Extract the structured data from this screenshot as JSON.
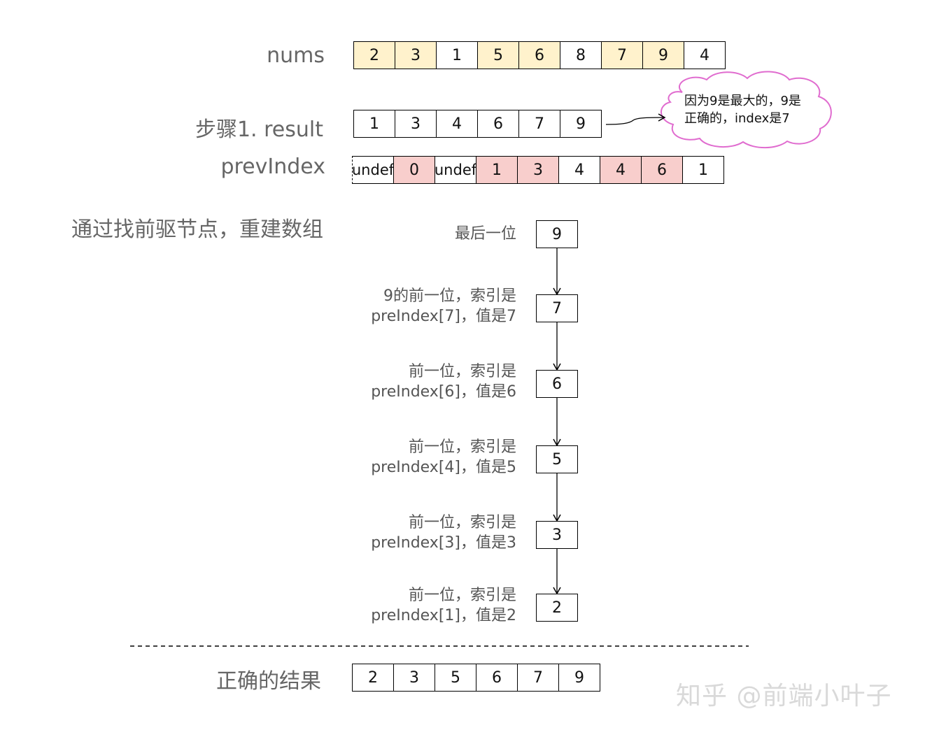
{
  "labels": {
    "nums": "nums",
    "result": "步骤1. result",
    "prev": "prevIndex",
    "rebuild": "通过找前驱节点，重建数组",
    "final": "正确的结果"
  },
  "nums": [
    {
      "v": "2",
      "hl": "yellow"
    },
    {
      "v": "3",
      "hl": "yellow"
    },
    {
      "v": "1",
      "hl": ""
    },
    {
      "v": "5",
      "hl": "yellow"
    },
    {
      "v": "6",
      "hl": "yellow"
    },
    {
      "v": "8",
      "hl": ""
    },
    {
      "v": "7",
      "hl": "yellow"
    },
    {
      "v": "9",
      "hl": "yellow"
    },
    {
      "v": "4",
      "hl": ""
    }
  ],
  "result": [
    "1",
    "3",
    "4",
    "6",
    "7",
    "9"
  ],
  "prevIndex": [
    {
      "v": "undef",
      "hl": ""
    },
    {
      "v": "0",
      "hl": "red"
    },
    {
      "v": "undef",
      "hl": ""
    },
    {
      "v": "1",
      "hl": "red"
    },
    {
      "v": "3",
      "hl": "red"
    },
    {
      "v": "4",
      "hl": ""
    },
    {
      "v": "4",
      "hl": "red"
    },
    {
      "v": "6",
      "hl": "red"
    },
    {
      "v": "1",
      "hl": ""
    }
  ],
  "cloud": {
    "line1": "因为9是最大的，9是",
    "line2": "正确的，index是7"
  },
  "chain": [
    {
      "value": "9",
      "line1": "最后一位",
      "line2": ""
    },
    {
      "value": "7",
      "line1": "9的前一位，索引是",
      "line2": "preIndex[7]，值是7"
    },
    {
      "value": "6",
      "line1": "前一位，索引是",
      "line2": "preIndex[6]，值是6"
    },
    {
      "value": "5",
      "line1": "前一位，索引是",
      "line2": "preIndex[4]，值是5"
    },
    {
      "value": "3",
      "line1": "前一位，索引是",
      "line2": "preIndex[3]，值是3"
    },
    {
      "value": "2",
      "line1": "前一位，索引是",
      "line2": "preIndex[1]，值是2"
    }
  ],
  "final": [
    "2",
    "3",
    "5",
    "6",
    "7",
    "9"
  ],
  "colors": {
    "yellow": "#fff2cc",
    "red": "#f8cecc",
    "cloud_border": "#e06ccf"
  },
  "watermark": "知乎 @前端小叶子"
}
